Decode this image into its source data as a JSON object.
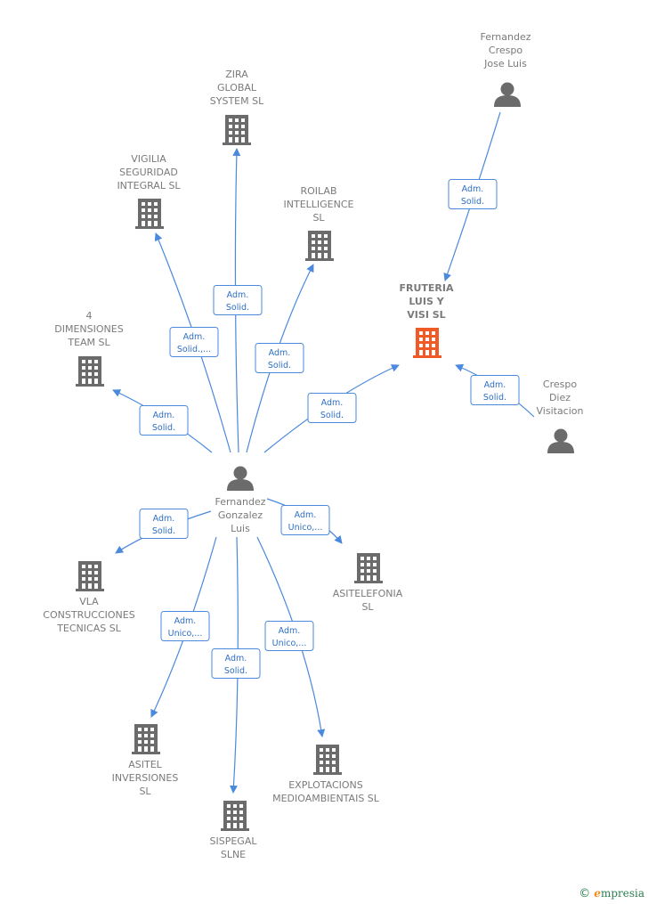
{
  "colors": {
    "edge": "#4a89dc",
    "node": "#6b6b6b",
    "highlight": "#f05a28",
    "label": "#7a7a7a"
  },
  "nodes": [
    {
      "id": "center",
      "type": "person",
      "lines": [
        "Fernandez",
        "Gonzalez",
        "Luis"
      ]
    },
    {
      "id": "zira",
      "type": "company",
      "lines": [
        "ZIRA",
        "GLOBAL",
        "SYSTEM  SL"
      ]
    },
    {
      "id": "vigilia",
      "type": "company",
      "lines": [
        "VIGILIA",
        "SEGURIDAD",
        "INTEGRAL  SL"
      ]
    },
    {
      "id": "roilab",
      "type": "company",
      "lines": [
        "ROILAB",
        "INTELLIGENCE",
        "SL"
      ]
    },
    {
      "id": "dimensiones",
      "type": "company",
      "lines": [
        "4",
        "DIMENSIONES",
        "TEAM  SL"
      ]
    },
    {
      "id": "fruteria",
      "type": "company",
      "highlight": true,
      "lines": [
        "FRUTERIA",
        "LUIS Y",
        "VISI  SL"
      ]
    },
    {
      "id": "fcjl",
      "type": "person",
      "lines": [
        "Fernandez",
        "Crespo",
        "Jose Luis"
      ]
    },
    {
      "id": "cdv",
      "type": "person",
      "lines": [
        "Crespo",
        "Diez",
        "Visitacion"
      ]
    },
    {
      "id": "vla",
      "type": "company",
      "lines": [
        "VLA",
        "CONSTRUCCIONES",
        "TECNICAS  SL"
      ]
    },
    {
      "id": "asitelefonia",
      "type": "company",
      "lines": [
        "ASITELEFONIA",
        "SL"
      ]
    },
    {
      "id": "asitel",
      "type": "company",
      "lines": [
        "ASITEL",
        "INVERSIONES",
        "SL"
      ]
    },
    {
      "id": "sispegal",
      "type": "company",
      "lines": [
        "SISPEGAL",
        "SLNE"
      ]
    },
    {
      "id": "explotaciones",
      "type": "company",
      "lines": [
        "EXPLOTACIONS",
        "MEDIOAMBIENTAIS SL"
      ]
    }
  ],
  "edges": [
    {
      "from": "center",
      "to": "zira",
      "label": [
        "Adm.",
        "Solid."
      ]
    },
    {
      "from": "center",
      "to": "vigilia",
      "label": [
        "Adm.",
        "Solid.,..."
      ]
    },
    {
      "from": "center",
      "to": "roilab",
      "label": [
        "Adm.",
        "Solid."
      ]
    },
    {
      "from": "center",
      "to": "dimensiones",
      "label": [
        "Adm.",
        "Solid."
      ]
    },
    {
      "from": "center",
      "to": "fruteria",
      "label": [
        "Adm.",
        "Solid."
      ]
    },
    {
      "from": "fcjl",
      "to": "fruteria",
      "label": [
        "Adm.",
        "Solid."
      ]
    },
    {
      "from": "cdv",
      "to": "fruteria",
      "label": [
        "Adm.",
        "Solid."
      ]
    },
    {
      "from": "center",
      "to": "vla",
      "label": [
        "Adm.",
        "Solid."
      ]
    },
    {
      "from": "center",
      "to": "asitelefonia",
      "label": [
        "Adm.",
        "Unico,..."
      ]
    },
    {
      "from": "center",
      "to": "asitel",
      "label": [
        "Adm.",
        "Unico,..."
      ]
    },
    {
      "from": "center",
      "to": "sispegal",
      "label": [
        "Adm.",
        "Solid."
      ]
    },
    {
      "from": "center",
      "to": "explotaciones",
      "label": [
        "Adm.",
        "Unico,..."
      ]
    }
  ],
  "credit": {
    "copyright": "©",
    "brand_initial": "e",
    "brand_rest": "mpresia"
  }
}
